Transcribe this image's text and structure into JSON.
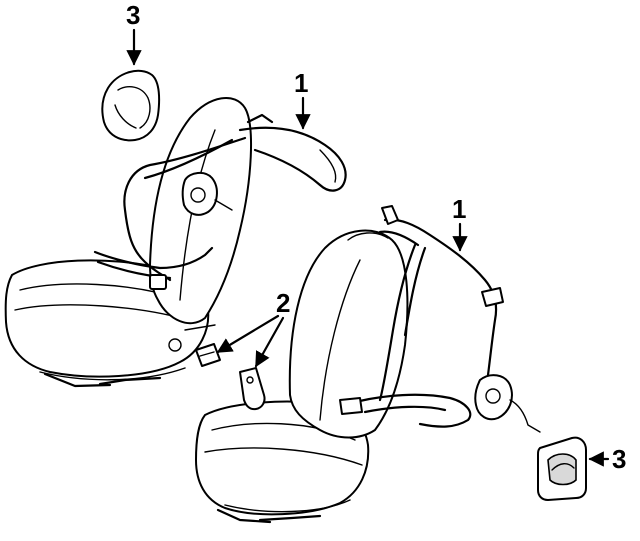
{
  "callouts": {
    "top_left_cover": "3",
    "front_belt": "1",
    "buckles": "2",
    "rear_belt": "1",
    "right_cover": "3"
  }
}
